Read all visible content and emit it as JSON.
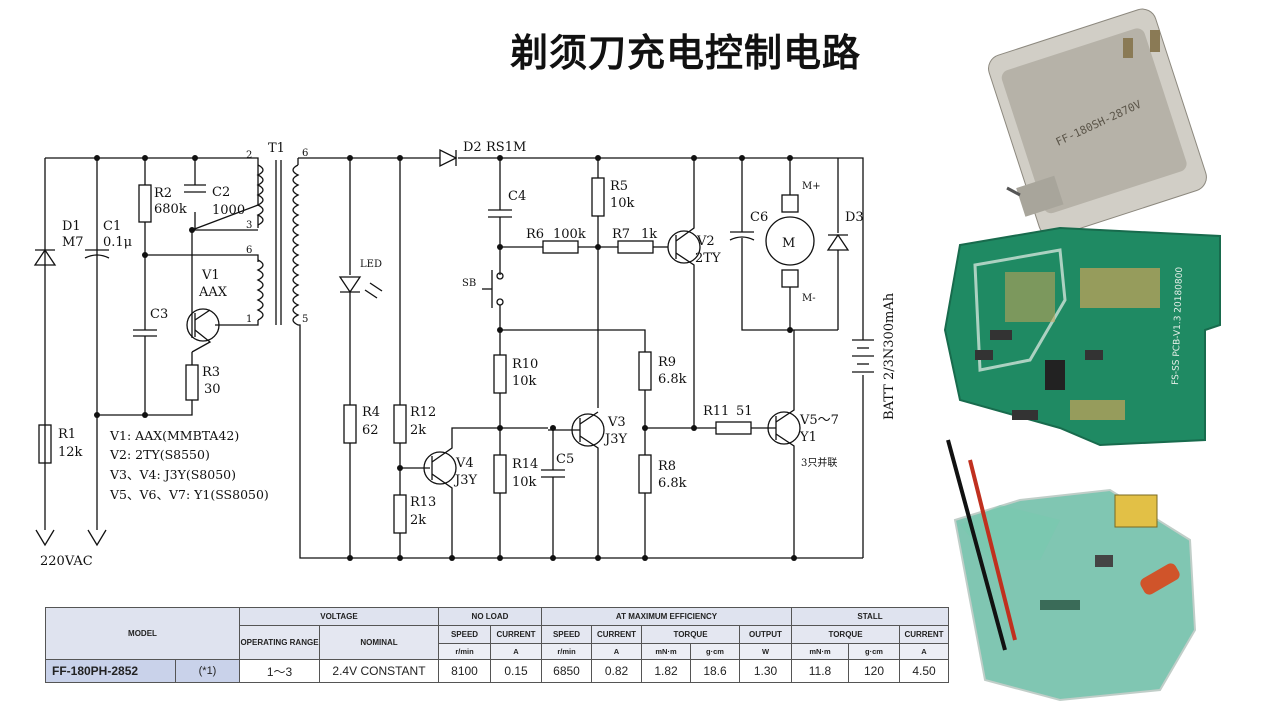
{
  "title": "剃须刀充电控制电路",
  "schematic": {
    "transformer": {
      "name": "T1",
      "pins": [
        "2",
        "3",
        "6",
        "1",
        "6",
        "5"
      ]
    },
    "components": [
      {
        "ref": "D1",
        "value": "M7"
      },
      {
        "ref": "C1",
        "value": "0.1μ"
      },
      {
        "ref": "R2",
        "value": "680k"
      },
      {
        "ref": "C2",
        "value": "1000"
      },
      {
        "ref": "C3",
        "value": ""
      },
      {
        "ref": "V1",
        "value": "AAX"
      },
      {
        "ref": "R3",
        "value": "30"
      },
      {
        "ref": "R1",
        "value": "12k"
      },
      {
        "ref": "D2",
        "value": "RS1M"
      },
      {
        "ref": "LED",
        "value": ""
      },
      {
        "ref": "R4",
        "value": "62"
      },
      {
        "ref": "R12",
        "value": "2k"
      },
      {
        "ref": "R13",
        "value": "2k"
      },
      {
        "ref": "V4",
        "value": "J3Y"
      },
      {
        "ref": "C4",
        "value": ""
      },
      {
        "ref": "SB",
        "value": ""
      },
      {
        "ref": "R6",
        "value": "100k"
      },
      {
        "ref": "R5",
        "value": "10k"
      },
      {
        "ref": "R7",
        "value": "1k"
      },
      {
        "ref": "V2",
        "value": "2TY"
      },
      {
        "ref": "R10",
        "value": "10k"
      },
      {
        "ref": "R14",
        "value": "10k"
      },
      {
        "ref": "C5",
        "value": ""
      },
      {
        "ref": "V3",
        "value": "J3Y"
      },
      {
        "ref": "R9",
        "value": "6.8k"
      },
      {
        "ref": "R8",
        "value": "6.8k"
      },
      {
        "ref": "R11",
        "value": "51"
      },
      {
        "ref": "V5～7",
        "value": "Y1"
      },
      {
        "ref": "C6",
        "value": ""
      },
      {
        "ref": "D3",
        "value": ""
      }
    ],
    "motor": {
      "symbol": "M",
      "plus": "M+",
      "minus": "M-"
    },
    "battery": "BATT 2/3N300mAh",
    "parallel_note": "3只并联",
    "input_label": "220VAC",
    "legend": [
      "V1:   AAX(MMBTA42)",
      "V2:   2TY(S8550)",
      "V3、V4:  J3Y(S8050)",
      "V5、V6、V7:  Y1(SS8050)"
    ]
  },
  "spec_table": {
    "header_groups": [
      "MODEL",
      "VOLTAGE",
      "NO LOAD",
      "AT MAXIMUM EFFICIENCY",
      "STALL"
    ],
    "header_cols": [
      "OPERATING RANGE",
      "NOMINAL",
      "SPEED",
      "CURRENT",
      "SPEED",
      "CURRENT",
      "TORQUE",
      "OUTPUT",
      "TORQUE",
      "CURRENT"
    ],
    "units": [
      "r/min",
      "A",
      "r/min",
      "A",
      "mN·m",
      "g·cm",
      "W",
      "mN·m",
      "g·cm",
      "A"
    ],
    "row": {
      "model": "FF-180PH-2852",
      "note": "(*1)",
      "range": "1～3",
      "nominal": "2.4V CONSTANT",
      "nl_speed": "8100",
      "nl_current": "0.15",
      "me_speed": "6850",
      "me_current": "0.82",
      "me_torque_mn": "1.82",
      "me_torque_g": "18.6",
      "me_output": "1.30",
      "st_torque_mn": "11.8",
      "st_torque_g": "120",
      "st_current": "4.50"
    }
  },
  "photos": {
    "motor_label": "FF-180SH-2870V",
    "pcb_label": "FS-SS PCB-V1.3 20180800"
  },
  "colors": {
    "ink": "#111111",
    "pcb": "#1f8a63",
    "metal": "#b9b6ad",
    "header": "#dfe3ef"
  }
}
